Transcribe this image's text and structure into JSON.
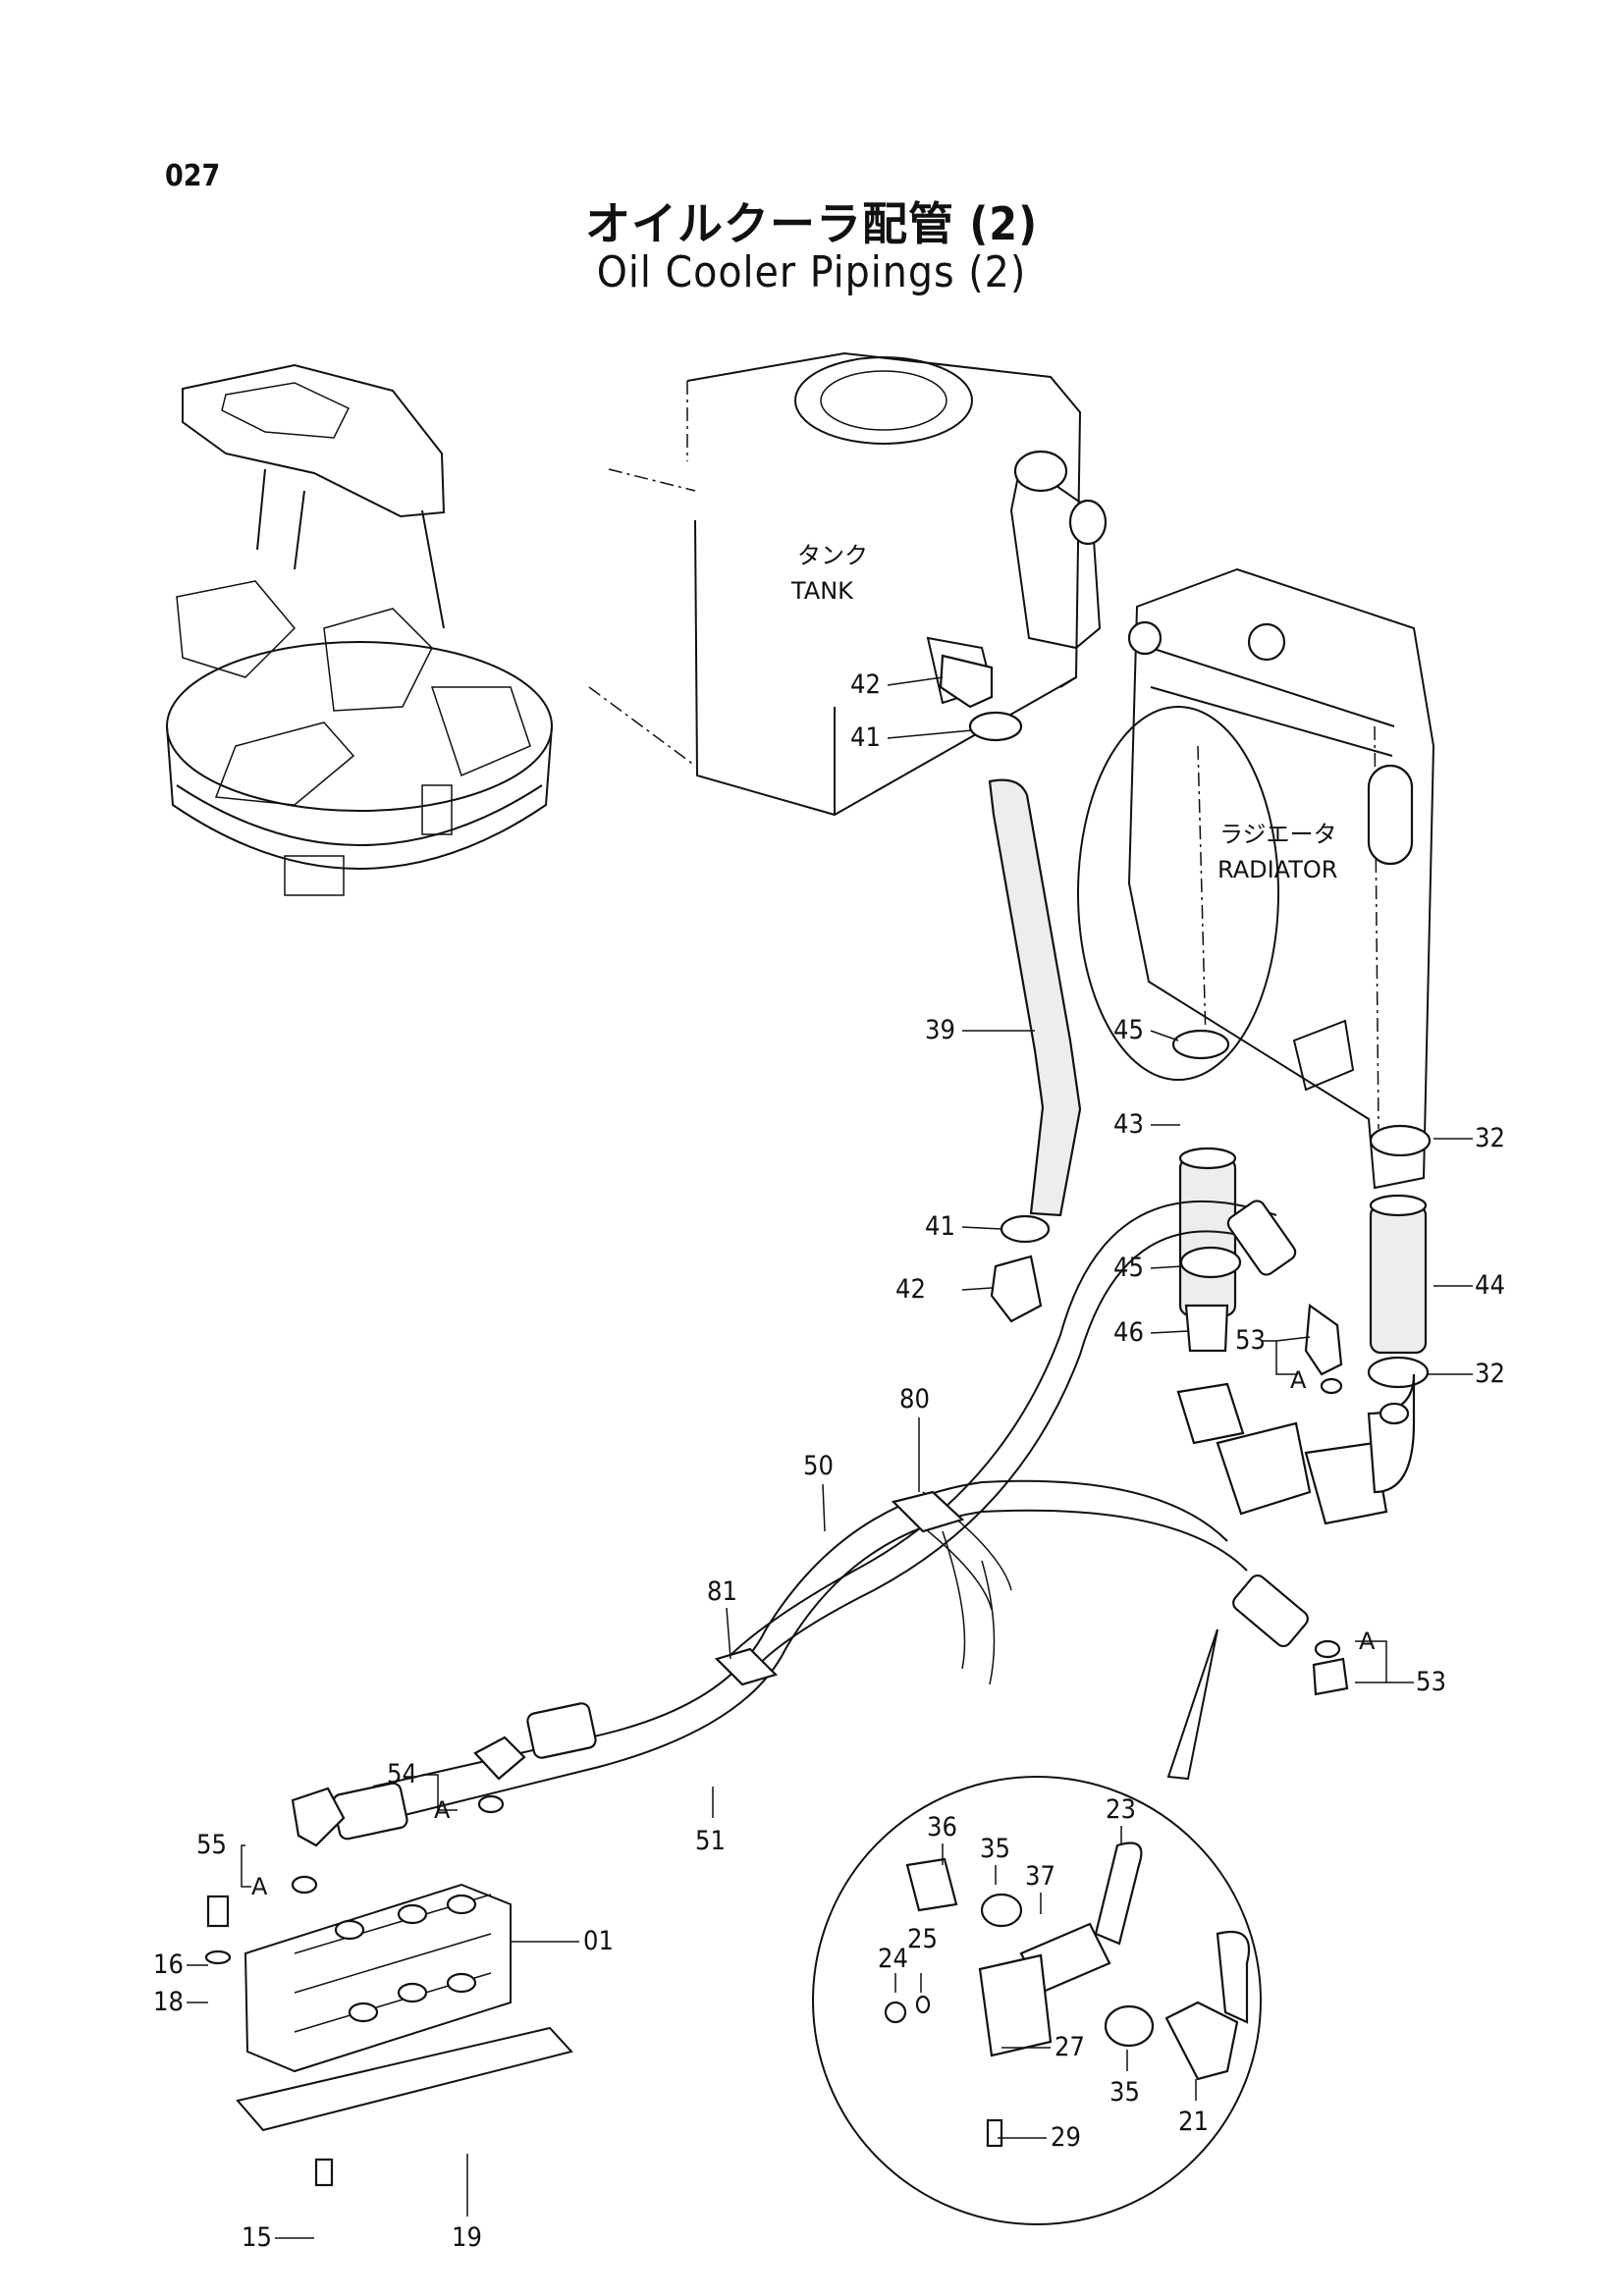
{
  "page_number": "027",
  "title_jp": "オイルクーラ配管 (2)",
  "title_en": "Oil Cooler Pipings (2)",
  "components": {
    "tank_jp": "タンク",
    "tank_en": "TANK",
    "radiator_jp": "ラジエータ",
    "radiator_en": "RADIATOR"
  },
  "connection_mark": "A",
  "part_labels": [
    "42",
    "41",
    "39",
    "41",
    "42",
    "45",
    "43",
    "45",
    "46",
    "53",
    "32",
    "44",
    "32",
    "80",
    "50",
    "81",
    "53",
    "54",
    "51",
    "55",
    "01",
    "16",
    "18",
    "15",
    "19",
    "36",
    "35",
    "37",
    "23",
    "24",
    "25",
    "27",
    "29",
    "35",
    "21"
  ]
}
